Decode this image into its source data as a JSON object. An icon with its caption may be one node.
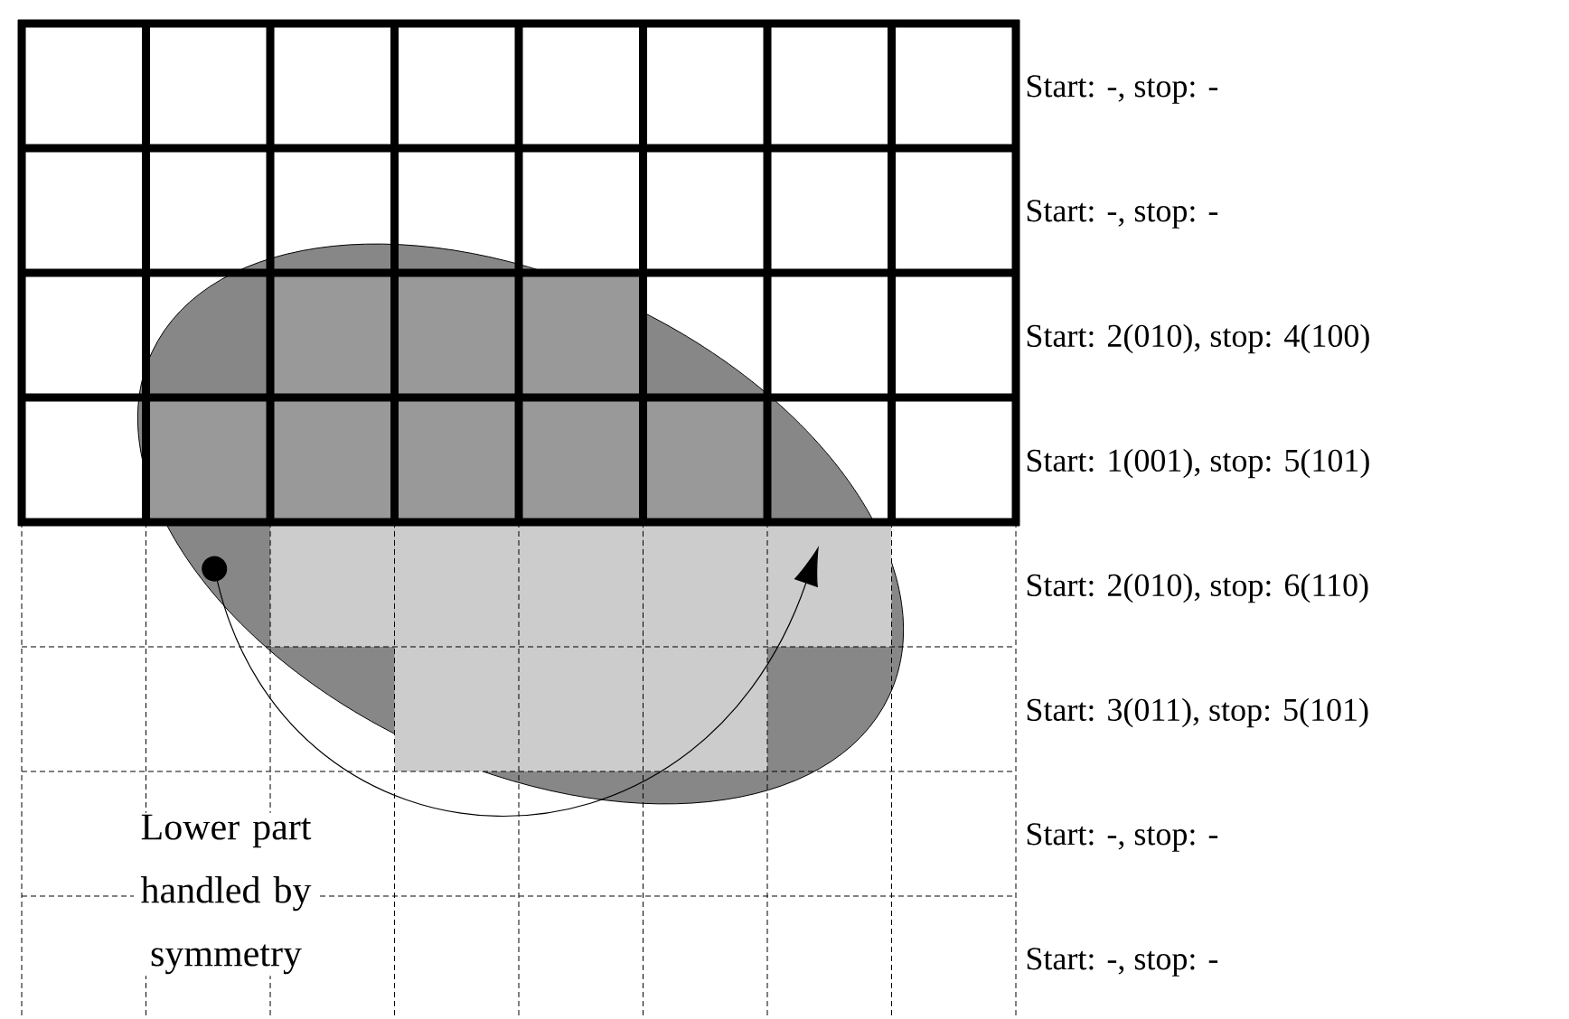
{
  "diagram": {
    "labels": [
      "Start: -, stop: -",
      "Start: -, stop: -",
      "Start: 2(010), stop: 4(100)",
      "Start: 1(001), stop: 5(101)",
      "Start: 2(010), stop: 6(110)",
      "Start: 3(011), stop: 5(101)",
      "Start: -, stop: -",
      "Start: -, stop: -",
      "Lower part handled by symmetry"
    ]
  }
}
